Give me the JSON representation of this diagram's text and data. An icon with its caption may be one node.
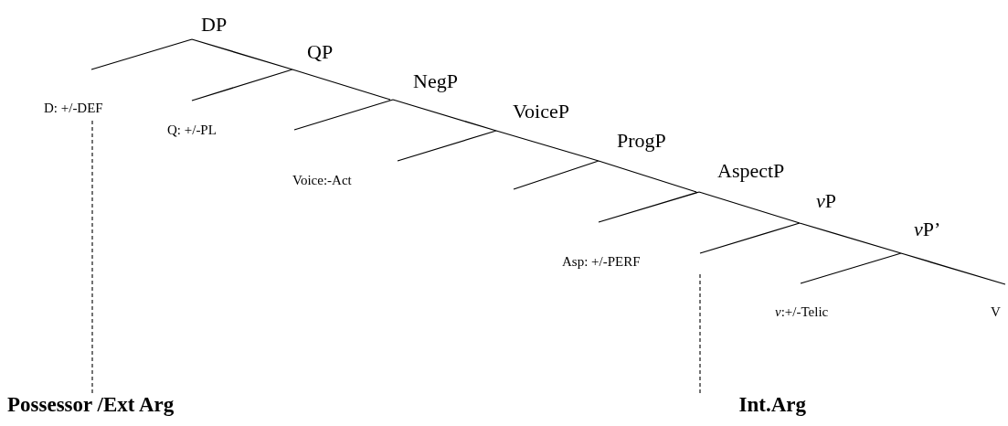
{
  "diagram": {
    "nodes": [
      {
        "text": [
          "D: +/-DEF"
        ]
      },
      {
        "text": [
          "Possessor /Ext Arg"
        ]
      },
      {
        "text": [
          "Asp: +/-PERF"
        ]
      },
      {
        "text": [
          "Int.Arg"
        ]
      }
    ],
    "edges": [
      {
        "from": 0,
        "to": 1,
        "arrow": "none",
        "style": "dashed"
      },
      {
        "from": 2,
        "to": 3,
        "arrow": "none",
        "style": "dashed"
      }
    ],
    "labels": [
      "DP",
      "QP",
      "NegP",
      "VoiceP",
      "ProgP",
      "AspectP",
      "vP",
      "vP’",
      "Q: +/-PL",
      "Voice:-Act",
      "*v*:+/-Telic",
      "V"
    ]
  }
}
